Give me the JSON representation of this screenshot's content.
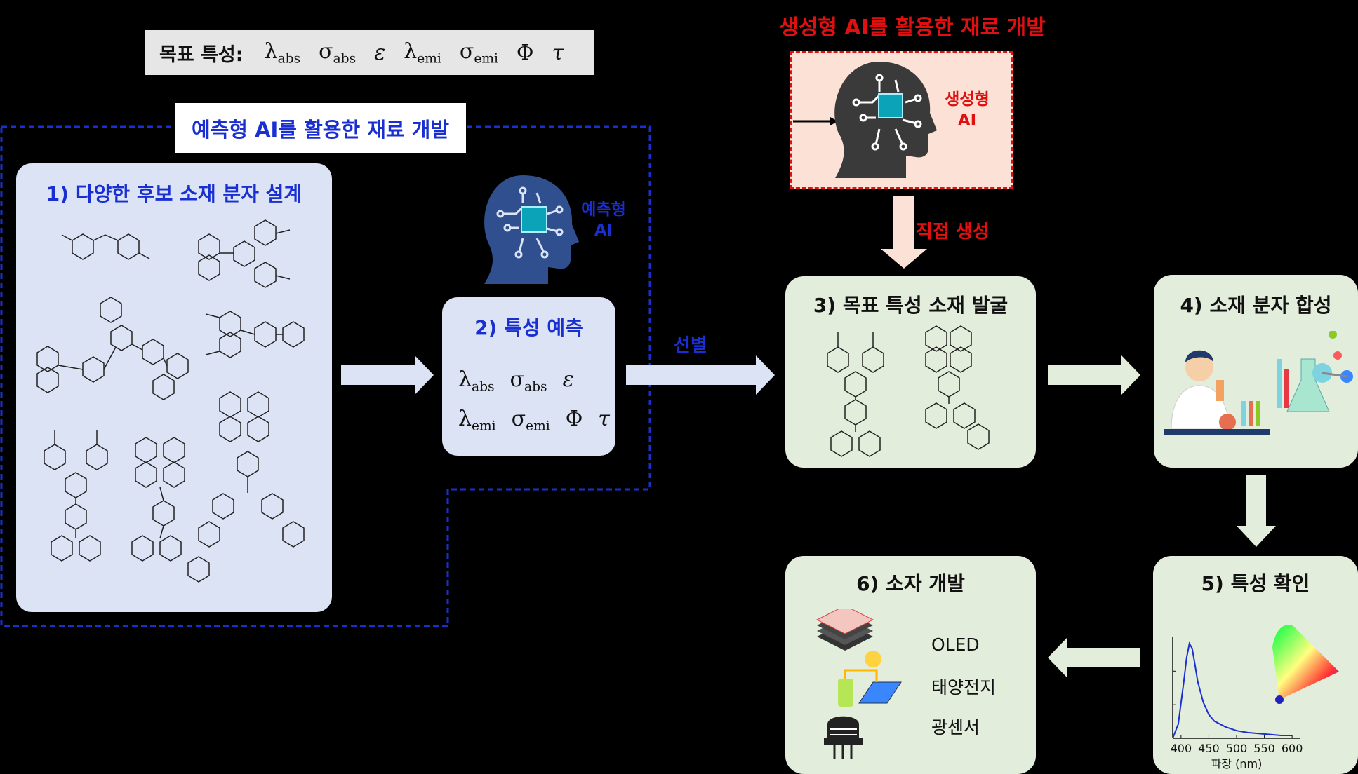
{
  "target_properties": {
    "label": "목표 특성:",
    "symbols": [
      {
        "base": "λ",
        "sub": "abs"
      },
      {
        "base": "σ",
        "sub": "abs"
      },
      {
        "base": "ε",
        "sub": ""
      },
      {
        "base": "λ",
        "sub": "emi"
      },
      {
        "base": "σ",
        "sub": "emi"
      },
      {
        "base": "Φ",
        "sub": ""
      },
      {
        "base": "τ",
        "sub": ""
      }
    ]
  },
  "predictive": {
    "title": "예측형 AI를 활용한 재료 개발",
    "ai_label_line1": "예측형",
    "ai_label_line2": "AI"
  },
  "generative": {
    "title": "생성형 AI를 활용한 재료 개발",
    "ai_label_line1": "생성형",
    "ai_label_line2": "AI",
    "arrow_label": "직접 생성"
  },
  "steps": {
    "step1": {
      "title": "1) 다양한 후보 소재 분자 설계"
    },
    "step2": {
      "title": "2) 특성 예측"
    },
    "step3": {
      "title": "3) 목표 특성 소재 발굴"
    },
    "step4": {
      "title": "4) 소재 분자 합성"
    },
    "step5": {
      "title": "5) 특성 확인"
    },
    "step6": {
      "title": "6) 소자 개발"
    }
  },
  "selection_label": "선별",
  "devices": [
    "OLED",
    "태양전지",
    "광센서"
  ],
  "colors": {
    "predictive_blue": "#1a2fd1",
    "generative_red": "#e01010",
    "panel_blue": "#dbe3f4",
    "panel_green": "#e3eddc",
    "arrow_green": "#e3eddc",
    "arrow_blue": "#dbe3f4"
  },
  "chart_data": {
    "type": "line",
    "xlabel": "파장 (nm)",
    "x_ticks": [
      400,
      450,
      500,
      550,
      600
    ],
    "xlim": [
      385,
      615
    ],
    "series": [
      {
        "x": [
          385,
          395,
          405,
          410,
          415,
          420,
          425,
          430,
          440,
          450,
          460,
          480,
          500,
          520,
          540,
          560,
          580,
          600
        ],
        "y": [
          0.0,
          0.15,
          0.6,
          0.85,
          1.0,
          0.95,
          0.78,
          0.6,
          0.38,
          0.25,
          0.18,
          0.12,
          0.08,
          0.06,
          0.05,
          0.04,
          0.03,
          0.03
        ]
      }
    ]
  }
}
